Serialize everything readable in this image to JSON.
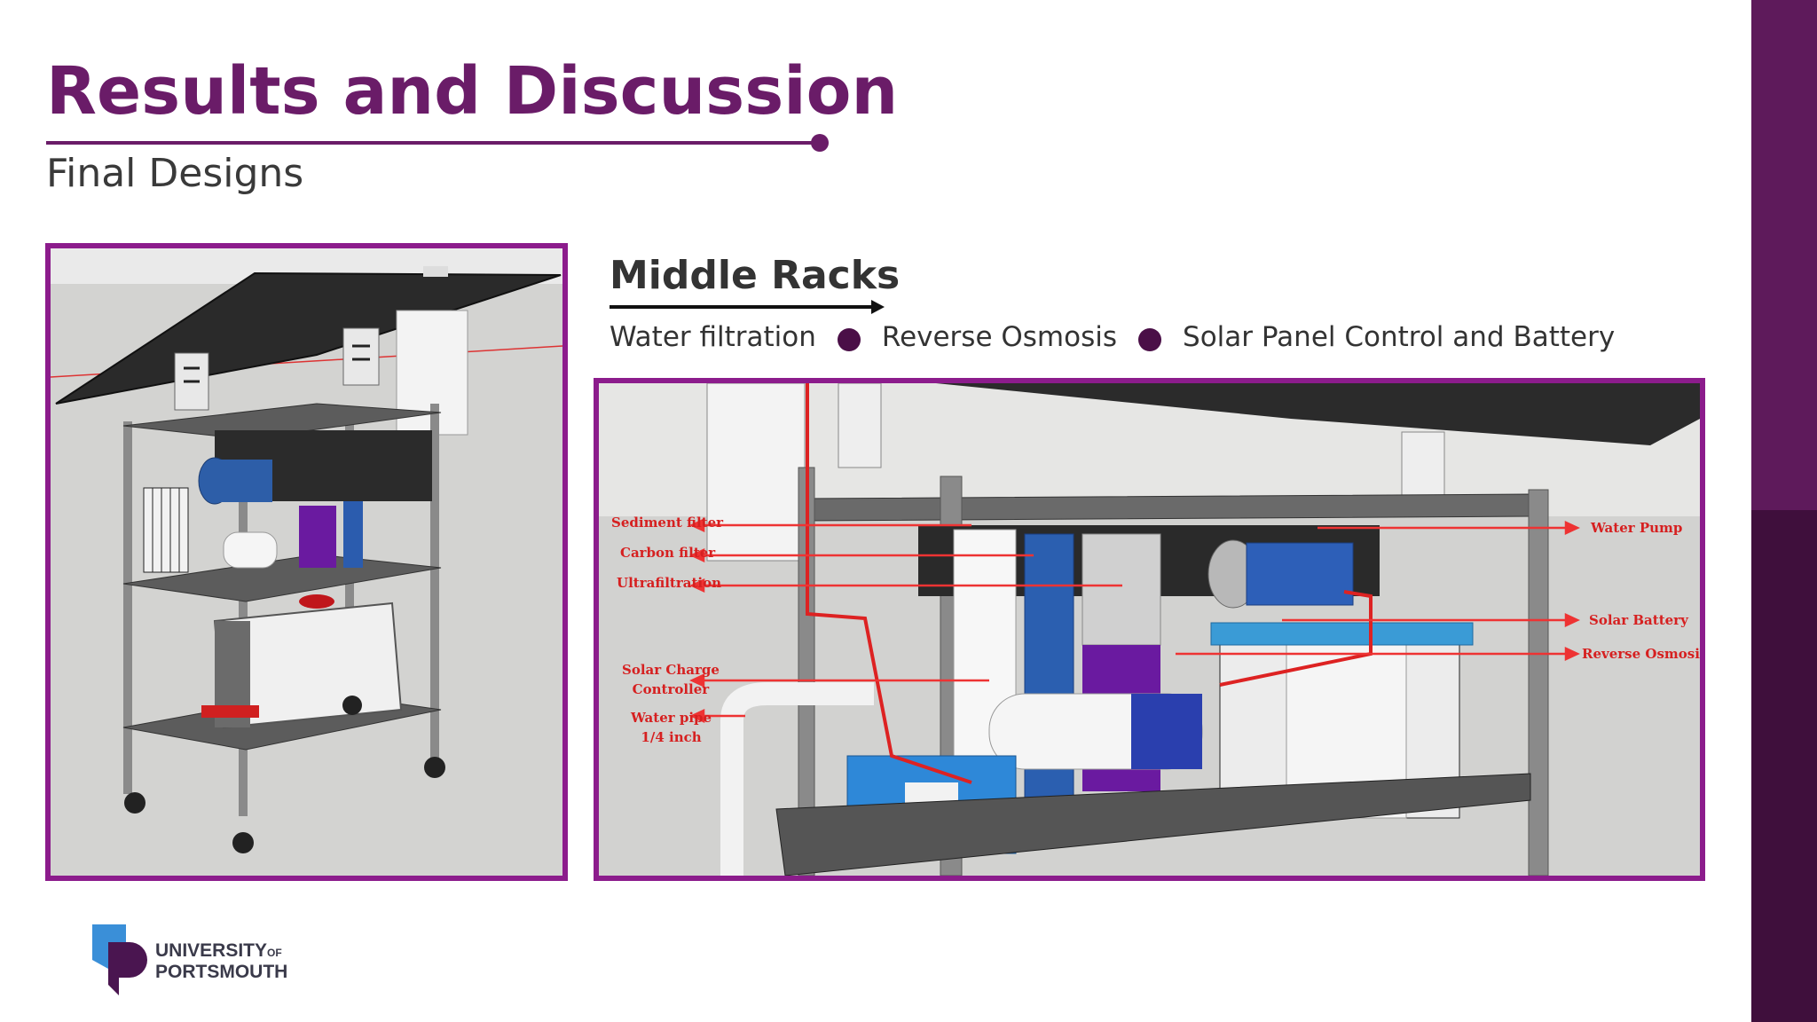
{
  "slide": {
    "title": "Results and Discussion",
    "subtitle": "Final Designs",
    "accent_color": "#6a1c68",
    "frame_color": "#8c1c8c"
  },
  "section": {
    "heading": "Middle Racks",
    "items": [
      "Water filtration",
      "Reverse Osmosis",
      "Solar Panel Control and Battery"
    ]
  },
  "diagram": {
    "labels": {
      "sediment_filter": "Sediment filter",
      "carbon_filter": "Carbon filter",
      "ultrafiltration": "Ultrafiltration",
      "solar_charge_controller_1": "Solar Charge",
      "solar_charge_controller_2": "Controller",
      "water_pipe_1": "Water pipe",
      "water_pipe_2": "1/4 inch",
      "water_pump": "Water Pump",
      "solar_battery": "Solar Battery",
      "reverse_osmosis": "Reverse Osmosis"
    },
    "label_color": "#d62020"
  },
  "logo": {
    "line1": "UNIVERSITY",
    "line1_suffix": "OF",
    "line2": "PORTSMOUTH"
  }
}
